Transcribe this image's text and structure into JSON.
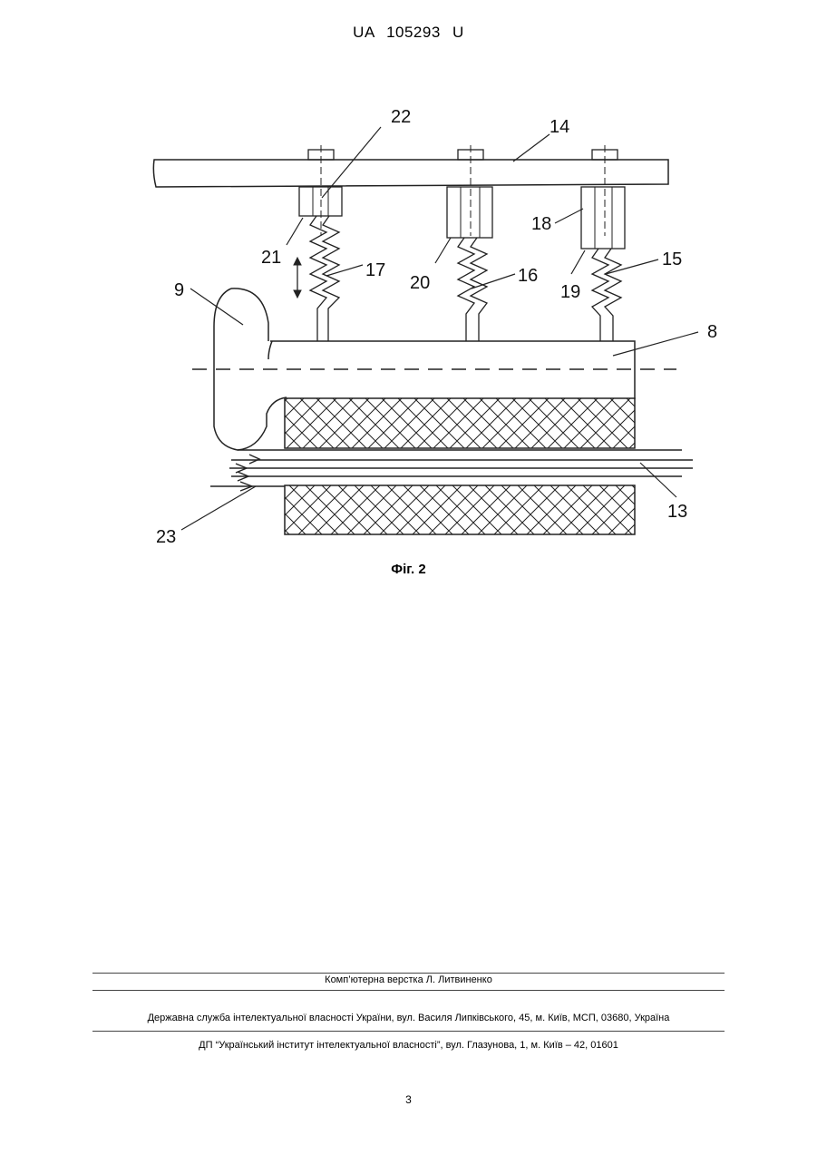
{
  "header": {
    "doc_id": "UA 105293 U"
  },
  "figure": {
    "caption": "Фіг. 2",
    "labels": {
      "l8": "8",
      "l9": "9",
      "l13": "13",
      "l14": "14",
      "l15": "15",
      "l16": "16",
      "l17": "17",
      "l18": "18",
      "l19": "19",
      "l20": "20",
      "l21": "21",
      "l22": "22",
      "l23": "23"
    }
  },
  "footer": {
    "layout_credit": "Комп’ютерна верстка Л. Литвиненко",
    "office": "Державна служба інтелектуальної власності України, вул. Василя Липківського, 45, м. Київ, МСП, 03680, Україна",
    "institute": "ДП “Український інститут інтелектуальної власності”, вул. Глазунова, 1, м. Київ – 42, 01601"
  },
  "page_number": "3"
}
